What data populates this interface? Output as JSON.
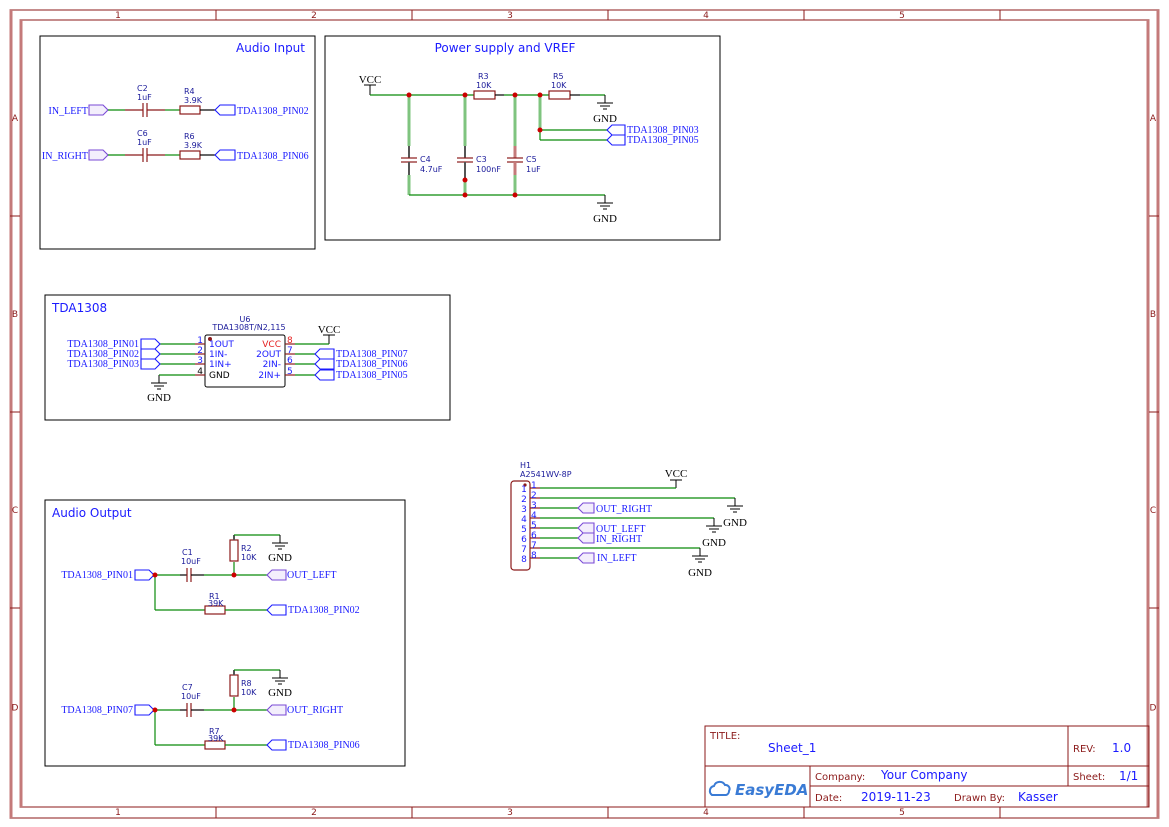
{
  "frame": {
    "columns": [
      "1",
      "2",
      "3",
      "4",
      "5"
    ],
    "rows": [
      "A",
      "B",
      "C",
      "D"
    ]
  },
  "blocks": {
    "audio_input": {
      "title": "Audio Input",
      "C2": {
        "ref": "C2",
        "value": "1uF"
      },
      "R4": {
        "ref": "R4",
        "value": "3.9K"
      },
      "C6": {
        "ref": "C6",
        "value": "1uF"
      },
      "R6": {
        "ref": "R6",
        "value": "3.9K"
      },
      "nets": {
        "in_left": "IN_LEFT",
        "in_right": "IN_RIGHT",
        "out1": "TDA1308_PIN02",
        "out2": "TDA1308_PIN06"
      }
    },
    "power": {
      "title": "Power supply and VREF",
      "vcc": "VCC",
      "gnd1": "GND",
      "gnd2": "GND",
      "R3": {
        "ref": "R3",
        "value": "10K"
      },
      "R5": {
        "ref": "R5",
        "value": "10K"
      },
      "C4": {
        "ref": "C4",
        "value": "4.7uF"
      },
      "C3": {
        "ref": "C3",
        "value": "100nF"
      },
      "C5": {
        "ref": "C5",
        "value": "1uF"
      },
      "nets": {
        "pin03": "TDA1308_PIN03",
        "pin05": "TDA1308_PIN05"
      }
    },
    "tda1308": {
      "title": "TDA1308",
      "ref": "U6",
      "part": "TDA1308T/N2,115",
      "vcc": "VCC",
      "gnd": "GND",
      "left_pins": [
        {
          "num": "1",
          "name": "1OUT",
          "net": "TDA1308_PIN01"
        },
        {
          "num": "2",
          "name": "1IN-",
          "net": "TDA1308_PIN02"
        },
        {
          "num": "3",
          "name": "1IN+",
          "net": "TDA1308_PIN03"
        },
        {
          "num": "4",
          "name": "GND",
          "net": ""
        }
      ],
      "right_pins": [
        {
          "num": "8",
          "name": "VCC",
          "net": ""
        },
        {
          "num": "7",
          "name": "2OUT",
          "net": "TDA1308_PIN07"
        },
        {
          "num": "6",
          "name": "2IN-",
          "net": "TDA1308_PIN06"
        },
        {
          "num": "5",
          "name": "2IN+",
          "net": "TDA1308_PIN05"
        }
      ]
    },
    "connector": {
      "ref": "H1",
      "part": "A2541WV-8P",
      "vcc": "VCC",
      "pins": [
        "1",
        "2",
        "3",
        "4",
        "5",
        "6",
        "7",
        "8"
      ],
      "nets": {
        "p3": "OUT_RIGHT",
        "p5": "OUT_LEFT",
        "p6": "IN_RIGHT",
        "p8": "IN_LEFT"
      },
      "gnds": [
        "GND",
        "GND",
        "GND"
      ]
    },
    "audio_output": {
      "title": "Audio Output",
      "ch1": {
        "C": {
          "ref": "C1",
          "value": "10uF"
        },
        "Rpd": {
          "ref": "R2",
          "value": "10K"
        },
        "Rfb": {
          "ref": "R1",
          "value": "39K"
        },
        "in_net": "TDA1308_PIN01",
        "out_net": "OUT_LEFT",
        "fb_net": "TDA1308_PIN02",
        "gnd": "GND"
      },
      "ch2": {
        "C": {
          "ref": "C7",
          "value": "10uF"
        },
        "Rpd": {
          "ref": "R8",
          "value": "10K"
        },
        "Rfb": {
          "ref": "R7",
          "value": "39K"
        },
        "in_net": "TDA1308_PIN07",
        "out_net": "OUT_RIGHT",
        "fb_net": "TDA1308_PIN06",
        "gnd": "GND"
      }
    }
  },
  "title_block": {
    "title_label": "TITLE:",
    "title": "Sheet_1",
    "rev_label": "REV:",
    "rev": "1.0",
    "company_label": "Company:",
    "company": "Your Company",
    "sheet_label": "Sheet:",
    "sheet": "1/1",
    "date_label": "Date:",
    "date": "2019-11-23",
    "drawn_label": "Drawn By:",
    "drawn_by": "Kasser",
    "logo": "EasyEDA"
  }
}
